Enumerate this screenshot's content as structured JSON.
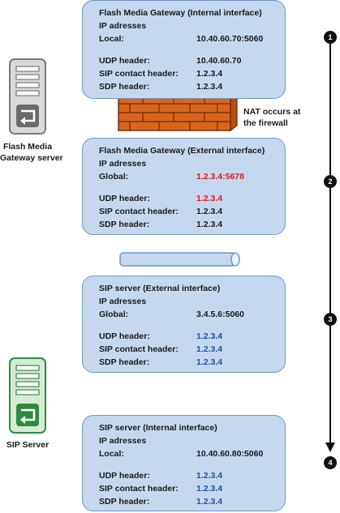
{
  "colors": {
    "panel_fill": "#c6d8ee",
    "panel_border": "#6f98c8",
    "highlight_red": "#e2161c",
    "highlight_blue": "#1f4ea8",
    "server_gray": "#7a7a7a",
    "server_green": "#2e8b3e",
    "brick": "#d9651d"
  },
  "left": {
    "fmg_label": [
      "Flash Media",
      "Gateway server"
    ],
    "sip_label": "SIP Server"
  },
  "nat_note": [
    "NAT occurs at",
    "the firewall"
  ],
  "steps": [
    "1",
    "2",
    "3",
    "4"
  ],
  "panels": [
    {
      "title": "Flash Media Gateway (Internal interface)",
      "subtitle": "IP adresses",
      "address": {
        "label": "Local:",
        "value": "10.40.60.70:5060",
        "color": "default"
      },
      "headers": [
        {
          "label": "UDP header:",
          "value": "10.40.60.70",
          "color": "default"
        },
        {
          "label": "SIP contact header:",
          "value": "1.2.3.4",
          "color": "default"
        },
        {
          "label": "SDP header:",
          "value": "1.2.3.4",
          "color": "default"
        }
      ]
    },
    {
      "title": "Flash Media Gateway (External interface)",
      "subtitle": "IP adresses",
      "address": {
        "label": "Global:",
        "value": "1.2.3.4:5678",
        "color": "red"
      },
      "headers": [
        {
          "label": "UDP header:",
          "value": "1.2.3.4",
          "color": "red"
        },
        {
          "label": "SIP contact header:",
          "value": "1.2.3.4",
          "color": "default"
        },
        {
          "label": "SDP header:",
          "value": "1.2.3.4",
          "color": "default"
        }
      ]
    },
    {
      "title": "SIP server (External interface)",
      "subtitle": "IP adresses",
      "address": {
        "label": "Global:",
        "value": "3.4.5.6:5060",
        "color": "default"
      },
      "headers": [
        {
          "label": "UDP header:",
          "value": "1.2.3.4",
          "color": "blue"
        },
        {
          "label": "SIP contact header:",
          "value": "1.2.3.4",
          "color": "blue"
        },
        {
          "label": "SDP header:",
          "value": "1.2.3.4",
          "color": "blue"
        }
      ]
    },
    {
      "title": "SIP server (Internal interface)",
      "subtitle": "IP adresses",
      "address": {
        "label": "Local:",
        "value": "10.40.60.80:5060",
        "color": "default"
      },
      "headers": [
        {
          "label": "UDP header:",
          "value": "1.2.3.4",
          "color": "blue"
        },
        {
          "label": "SIP contact header:",
          "value": "1.2.3.4",
          "color": "blue"
        },
        {
          "label": "SDP header:",
          "value": "1.2.3.4",
          "color": "blue"
        }
      ]
    }
  ]
}
